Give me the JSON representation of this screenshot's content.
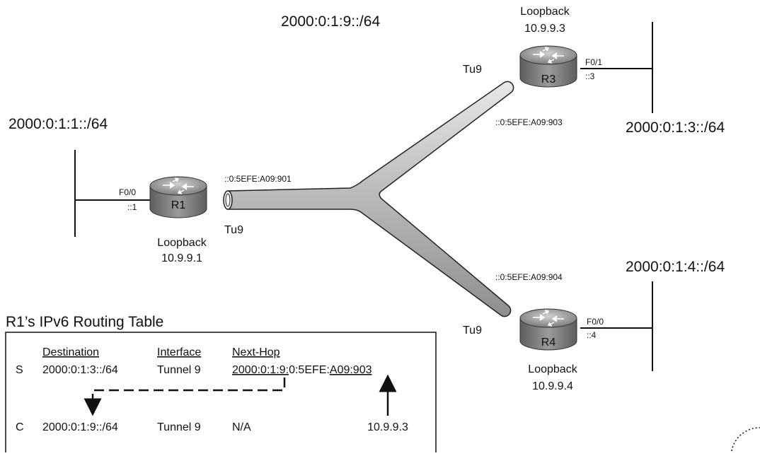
{
  "subnets": {
    "tunnel": "2000:0:1:9::/64",
    "r1_lan": "2000:0:1:1::/64",
    "r3_lan": "2000:0:1:3::/64",
    "r4_lan": "2000:0:1:4::/64"
  },
  "routers": {
    "r1": {
      "name": "R1",
      "loopback_label": "Loopback",
      "loopback_ip": "10.9.9.1",
      "lan_if": "F0/0",
      "lan_addr": "::1",
      "tunnel_if": "Tu9",
      "tunnel_addr": "::0:5EFE:A09:901"
    },
    "r3": {
      "name": "R3",
      "loopback_label": "Loopback",
      "loopback_ip": "10.9.9.3",
      "lan_if": "F0/1",
      "lan_addr": "::3",
      "tunnel_if": "Tu9",
      "tunnel_addr": "::0:5EFE:A09:903"
    },
    "r4": {
      "name": "R4",
      "loopback_label": "Loopback",
      "loopback_ip": "10.9.9.4",
      "lan_if": "F0/0",
      "lan_addr": "::4",
      "tunnel_if": "Tu9",
      "tunnel_addr": "::0:5EFE:A09:904"
    }
  },
  "table": {
    "title": "R1’s IPv6 Routing Table",
    "headers": {
      "destination": "Destination",
      "interface": "Interface",
      "next_hop": "Next-Hop"
    },
    "rows": [
      {
        "code": "S",
        "destination": "2000:0:1:3::/64",
        "interface": "Tunnel 9",
        "nh_prefix": "2000:0:1:9:",
        "nh_middle": "0:5EFE:",
        "nh_suffix": "A09:903"
      },
      {
        "code": "C",
        "destination": "2000:0:1:9::/64",
        "interface": "Tunnel 9",
        "next_hop": "N/A"
      }
    ],
    "derived_ipv4": "10.9.9.3"
  },
  "colors": {
    "line": "#111111",
    "router_top": "#8a8a8a",
    "router_side": "#6e6e6e",
    "tunnel": "#bdbdbd"
  }
}
